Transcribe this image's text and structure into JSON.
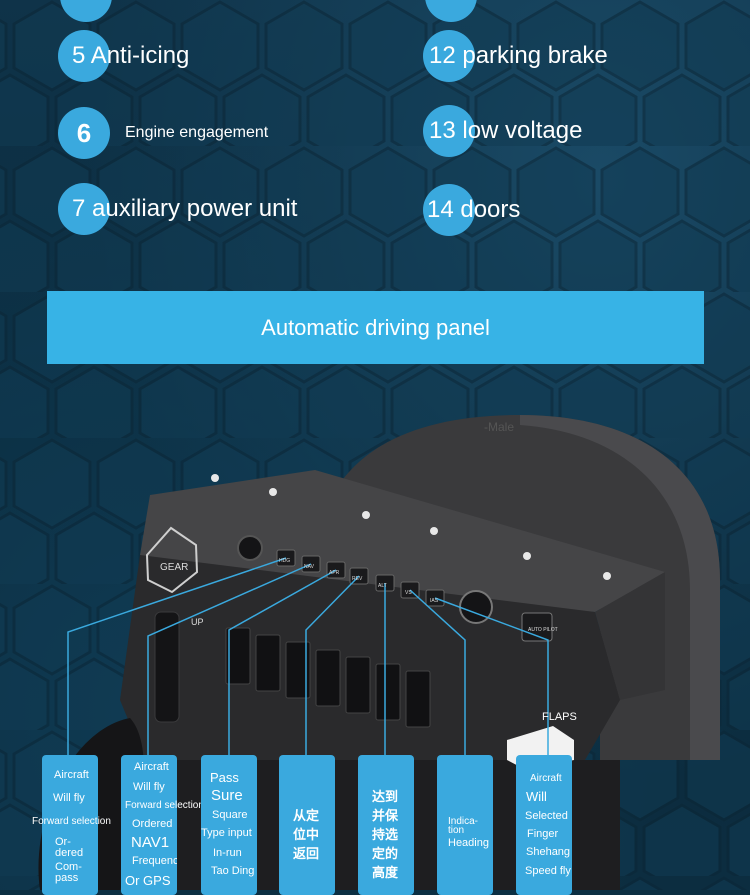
{
  "features": {
    "item5": {
      "number": "5",
      "label": "5 Anti-icing"
    },
    "item6": {
      "number": "6",
      "label": "Engine engagement"
    },
    "item7": {
      "number": "7",
      "label": "7 auxiliary power unit"
    },
    "item12": {
      "number": "12",
      "label": "12 parking brake"
    },
    "item13": {
      "number": "13",
      "label": "13 low voltage"
    },
    "item14": {
      "number": "14",
      "label": "14 doors"
    }
  },
  "banner": {
    "title": "Automatic driving panel"
  },
  "device": {
    "brand_tag": "-Male",
    "gear_label": "GEAR",
    "flaps_label": "FLAPS",
    "up_label": "UP",
    "autopilot_label": "AUTO PILOT",
    "buttons": [
      "HDG",
      "NAV",
      "APR",
      "REV",
      "ALT",
      "VS",
      "IAS"
    ]
  },
  "callouts": {
    "c1": {
      "lines": [
        "Aircraft",
        "Will fly",
        "Forward selection",
        "Or-",
        "dered",
        "Com-",
        "pass"
      ]
    },
    "c2": {
      "lines": [
        "Aircraft",
        "Will fly",
        "Forward selection",
        "Ordered",
        "NAV1",
        "Frequency",
        "Or GPS"
      ]
    },
    "c3": {
      "lines": [
        "Pass",
        "Sure",
        "Square",
        "Type input",
        "In-run",
        "Tao Ding"
      ]
    },
    "c4": {
      "lines": [
        "从定",
        "位中",
        "返回"
      ]
    },
    "c5": {
      "lines": [
        "达到",
        "并保",
        "持选",
        "定的",
        "高度"
      ]
    },
    "c6": {
      "lines": [
        "Indica-",
        "tion",
        "Heading"
      ]
    },
    "c7": {
      "lines": [
        "Aircraft",
        "Will",
        "Selected",
        "Finger",
        "Shehang",
        "Speed fly"
      ]
    }
  },
  "colors": {
    "accent": "#3aa9de",
    "banner": "#37b3e6",
    "background": "#0c2f42"
  }
}
